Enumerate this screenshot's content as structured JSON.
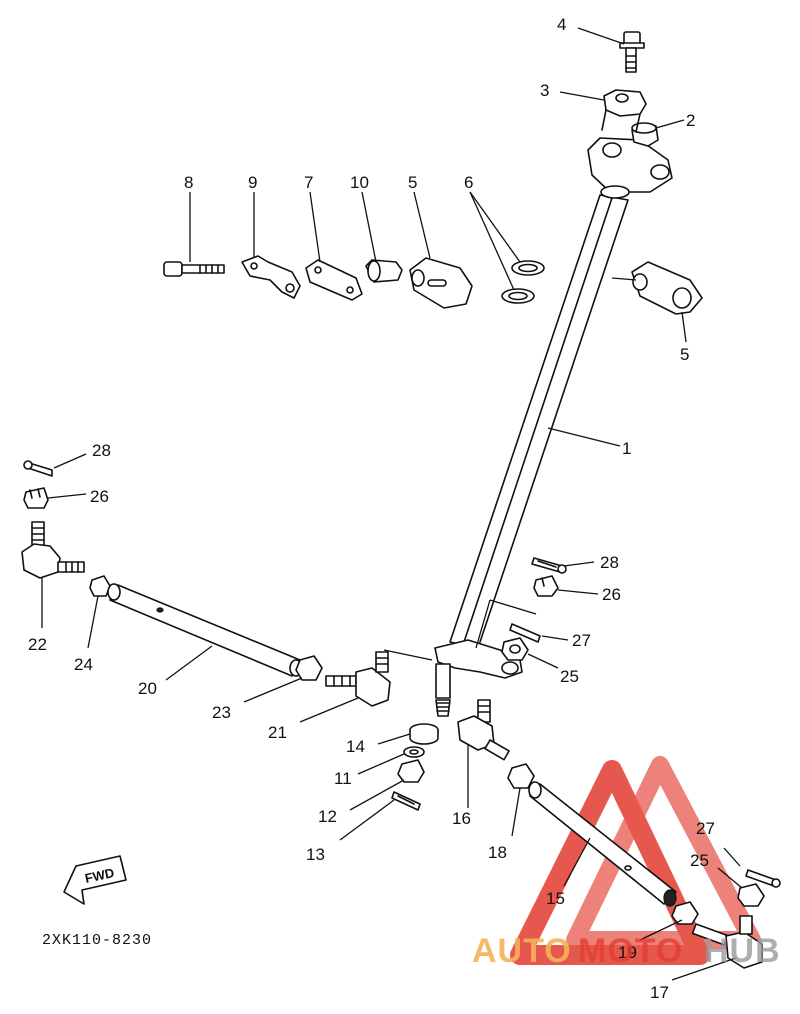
{
  "diagram": {
    "labels": {
      "l1": "1",
      "l2": "2",
      "l3": "3",
      "l4": "4",
      "l5a": "5",
      "l5b": "5",
      "l6": "6",
      "l7": "7",
      "l8": "8",
      "l9": "9",
      "l10": "10",
      "l11": "11",
      "l12": "12",
      "l13": "13",
      "l14": "14",
      "l15": "15",
      "l16": "16",
      "l17": "17",
      "l18": "18",
      "l19": "19",
      "l20": "20",
      "l21": "21",
      "l22": "22",
      "l23": "23",
      "l24": "24",
      "l25a": "25",
      "l25b": "25",
      "l26a": "26",
      "l26b": "26",
      "l27a": "27",
      "l27b": "27",
      "l28a": "28",
      "l28b": "28"
    },
    "fwd_badge": "FWD",
    "drawing_code": "2XK110-8230",
    "watermark": {
      "text_part1": "AUTO",
      "text_part2": "MOTO",
      "text_part3": "HUB",
      "color_orange": "#f5b25a",
      "color_red": "#e23b2e",
      "color_gray": "#9a9a9a"
    }
  }
}
